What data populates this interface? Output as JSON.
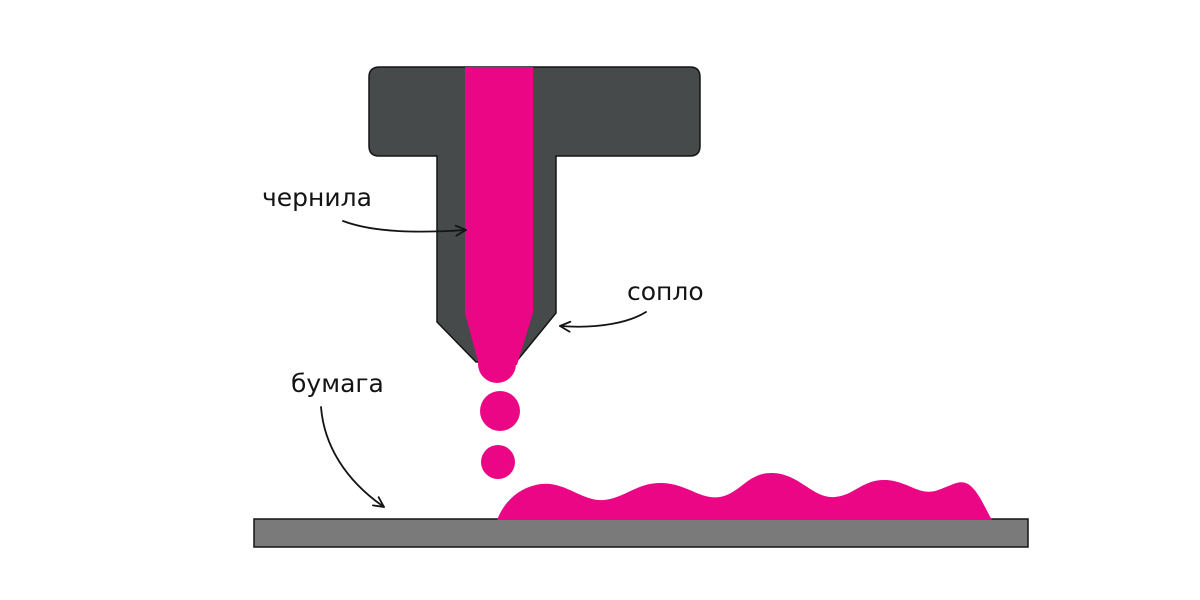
{
  "diagram": {
    "labels": {
      "ink": "чернила",
      "nozzle": "сопло",
      "paper": "бумага"
    },
    "colors": {
      "nozzle_body": "#474a4b",
      "ink": "#ea0685",
      "paper": "#7a7a7a",
      "outline": "#141414",
      "background": "#ffffff"
    }
  }
}
